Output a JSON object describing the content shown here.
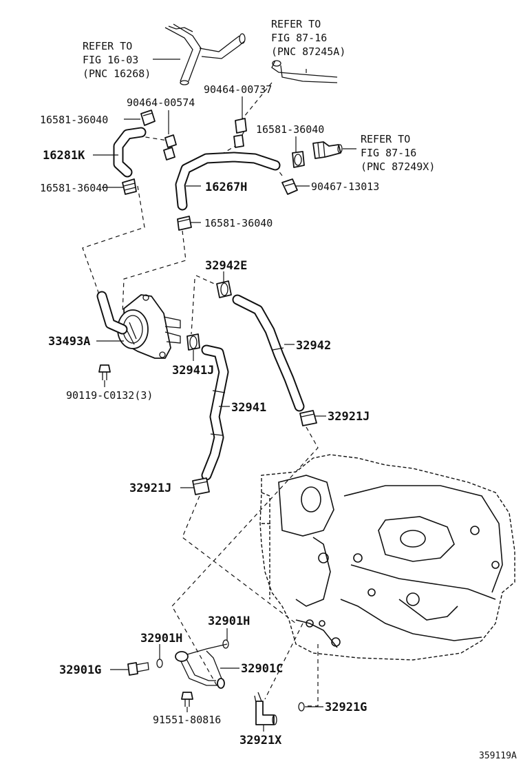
{
  "labels": {
    "ref_1603": [
      "REFER TO",
      "FIG 16-03",
      "(PNC 16268)"
    ],
    "ref_8716a": [
      "REFER TO",
      "FIG 87-16",
      "(PNC 87245A)"
    ],
    "ref_8716x": [
      "REFER TO",
      "FIG 87-16",
      "(PNC 87249X)"
    ],
    "p_90464_00737": "90464-00737",
    "p_90464_00574": "90464-00574",
    "p_16581_a": "16581-36040",
    "p_16581_b": "16581-36040",
    "p_16581_c": "16581-36040",
    "p_16581_d": "16581-36040",
    "p_16281k": "16281K",
    "p_16267h": "16267H",
    "p_90467": "90467-13013",
    "p_32942e": "32942E",
    "p_32942": "32942",
    "p_33493a": "33493A",
    "p_32941j": "32941J",
    "p_90119": "90119-C0132(3)",
    "p_32941": "32941",
    "p_32921j_a": "32921J",
    "p_32921j_b": "32921J",
    "p_32901h_a": "32901H",
    "p_32901h_b": "32901H",
    "p_32901g": "32901G",
    "p_32901c": "32901C",
    "p_91551": "91551-80816",
    "p_32921g": "32921G",
    "p_32921x": "32921X",
    "diagram_code": "359119A"
  },
  "colors": {
    "line": "#111111",
    "background": "#ffffff"
  }
}
